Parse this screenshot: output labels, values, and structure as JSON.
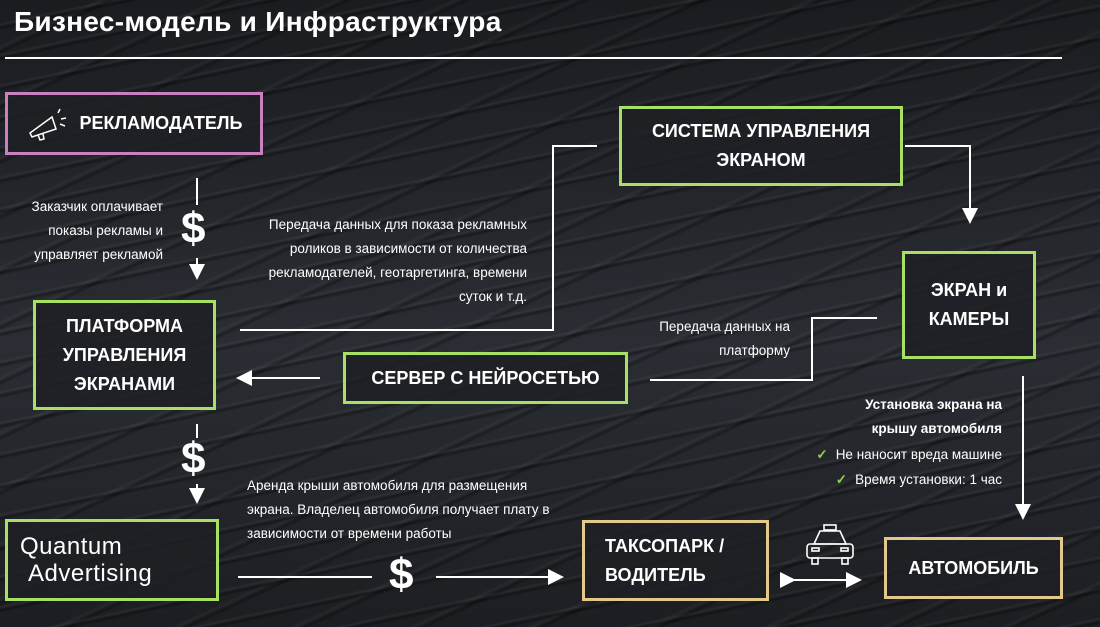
{
  "title": "Бизнес-модель и Инфраструктура",
  "nodes": {
    "advertiser": "РЕКЛАМОДАТЕЛЬ",
    "screen_system": "СИСТЕМА УПРАВЛЕНИЯ ЭКРАНОМ",
    "screen_cameras": "ЭКРАН и КАМЕРЫ",
    "platform": "ПЛАТФОРМА УПРАВЛЕНИЯ ЭКРАНАМИ",
    "server": "СЕРВЕР С НЕЙРОСЕТЬЮ",
    "quantum_line1": "Quantum",
    "quantum_line2": "Advertising",
    "taxi": "ТАКСОПАРК / ВОДИТЕЛЬ",
    "car": "АВТОМОБИЛЬ"
  },
  "notes": {
    "payment": "Заказчик оплачивает показы рекламы и управляет рекламой",
    "data_transfer": "Передача данных для показа рекламных роликов в зависимости от количества рекламодателей, геотаргетинга, времени суток и т.д.",
    "to_platform": "Передача данных на платформу",
    "install_title": "Установка экрана на крышу автомобиля",
    "check1": "Не наносит вреда машине",
    "check2": "Время установки: 1 час",
    "rent": "Аренда крыши автомобиля для размещения экрана. Владелец автомобиля получает плату в зависимости от времени работы"
  },
  "currency": "$",
  "colors": {
    "advertiser": "#c97fc0",
    "green": "#a8e063",
    "gold": "#e2c98a"
  }
}
